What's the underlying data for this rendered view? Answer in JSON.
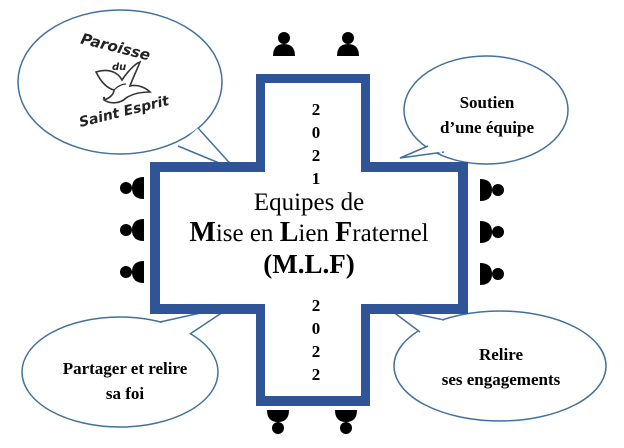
{
  "logo": {
    "line1": "Paroisse",
    "line2": "du",
    "line3": "Saint Esprit"
  },
  "year_top": [
    "2",
    "0",
    "2",
    "1"
  ],
  "year_bottom": [
    "2",
    "0",
    "2",
    "2"
  ],
  "title": {
    "line1": "Equipes de",
    "line2_parts": [
      {
        "text": "M",
        "cap": true
      },
      {
        "text": "ise en ",
        "cap": false
      },
      {
        "text": "L",
        "cap": true
      },
      {
        "text": "ien ",
        "cap": false
      },
      {
        "text": "F",
        "cap": true
      },
      {
        "text": "raternel",
        "cap": false
      }
    ],
    "line3": "(M.L.F)"
  },
  "bubbles": {
    "top_right": [
      "Soutien",
      "d’une équipe"
    ],
    "bottom_left": [
      "Partager et relire",
      "sa foi"
    ],
    "bottom_right": [
      "Relire",
      "ses engagements"
    ]
  },
  "colors": {
    "cross_border": "#2f5597",
    "bubble_border": "#41719c",
    "person": "#000000"
  },
  "icons": [
    "person-icon",
    "dove-icon"
  ]
}
